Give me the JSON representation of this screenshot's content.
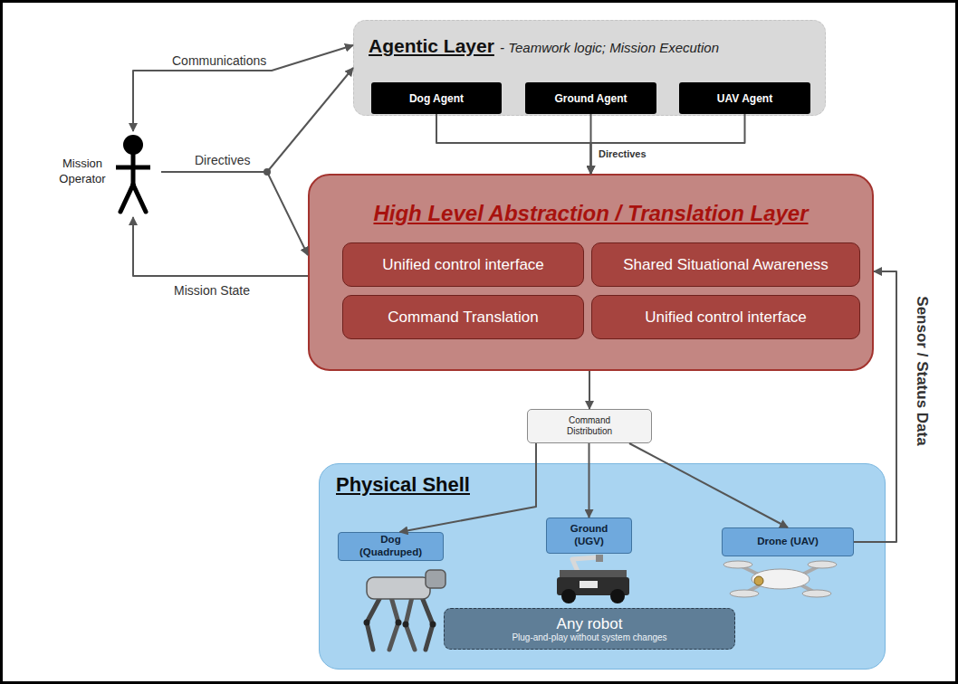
{
  "diagram": {
    "nodes": [
      {
        "text": [
          "Agentic Layer",
          "- Teamwork logic; Mission Execution"
        ]
      },
      {
        "text": [
          "Dog Agent"
        ],
        "in": 0
      },
      {
        "text": [
          "Ground Agent"
        ],
        "in": 0
      },
      {
        "text": [
          "UAV Agent"
        ],
        "in": 0
      },
      {
        "text": [
          "Mission Operator"
        ]
      },
      {
        "text": [
          "High Level Abstraction / Translation Layer"
        ]
      },
      {
        "text": [
          "Unified control interface"
        ],
        "in": 5
      },
      {
        "text": [
          "Shared Situational Awareness"
        ],
        "in": 5
      },
      {
        "text": [
          "Command Translation"
        ],
        "in": 5
      },
      {
        "text": [
          "Unified control interface"
        ],
        "in": 5
      },
      {
        "text": [
          "Command Distribution"
        ]
      },
      {
        "text": [
          "Physical Shell"
        ]
      },
      {
        "text": [
          "Dog (Quadruped)"
        ],
        "in": 11
      },
      {
        "text": [
          "Ground (UGV)"
        ],
        "in": 11
      },
      {
        "text": [
          "Drone (UAV)"
        ],
        "in": 11
      },
      {
        "text": [
          "Any robot",
          "Plug-and-play without system changes"
        ],
        "in": 11
      }
    ],
    "edges": [
      {
        "from": 4,
        "to": 0,
        "label": "Communications",
        "arrow": "both"
      },
      {
        "from": 4,
        "to": 0,
        "label": "Directives",
        "arrow": "to"
      },
      {
        "from": 4,
        "to": 5,
        "arrow": "to"
      },
      {
        "from": 5,
        "to": 4,
        "label": "Mission State",
        "arrow": "to"
      },
      {
        "from": 1,
        "to": 5,
        "arrow": "to"
      },
      {
        "from": 2,
        "to": 5,
        "label": "Directives",
        "arrow": "to"
      },
      {
        "from": 3,
        "to": 5,
        "arrow": "to"
      },
      {
        "from": 5,
        "to": 10,
        "arrow": "to"
      },
      {
        "from": 10,
        "to": 12,
        "arrow": "to"
      },
      {
        "from": 10,
        "to": 13,
        "arrow": "to"
      },
      {
        "from": 10,
        "to": 14,
        "arrow": "to"
      },
      {
        "from": 14,
        "to": 5,
        "label": "Sensor / Status Data",
        "arrow": "to"
      }
    ]
  }
}
